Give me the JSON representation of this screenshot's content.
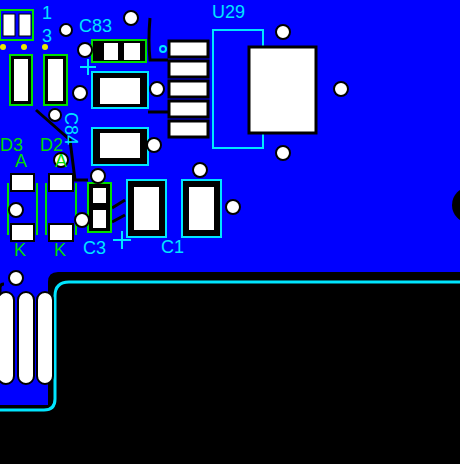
{
  "diagram": {
    "labels": [
      "1",
      "3",
      "C83",
      "U29",
      "C84",
      "D3",
      "D2",
      "A",
      "A",
      "K",
      "K",
      "C3",
      "C1"
    ]
  }
}
